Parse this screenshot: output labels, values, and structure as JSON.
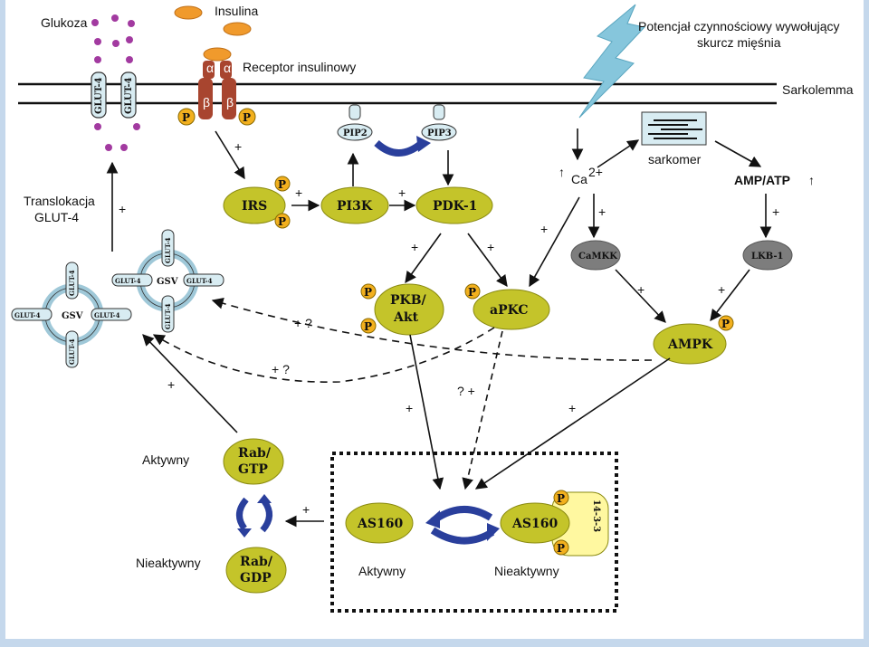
{
  "labels": {
    "glukoza": "Glukoza",
    "insulina": "Insulina",
    "receptor": "Receptor insulinowy",
    "potencjal_line1": "Potencjał czynnościowy wywołujący",
    "potencjal_line2": "skurcz mięśnia",
    "sarkolemma": "Sarkolemma",
    "translokacja_line1": "Translokacja",
    "translokacja_line2": "GLUT-4",
    "sarkomer": "sarkomer",
    "amp_atp": "AMP/ATP",
    "ca": "Ca",
    "ca_sup": "2+",
    "up_arrow": "↑",
    "aktywny_rab": "Aktywny",
    "nieaktywny_rab": "Nieaktywny",
    "aktywny_as": "Aktywny",
    "nieaktywny_as": "Nieaktywny",
    "alpha": "α",
    "beta": "β"
  },
  "nodes": {
    "irs": "IRS",
    "pi3k": "PI3K",
    "pdk1": "PDK-1",
    "pip2": "PIP2",
    "pip3": "PIP3",
    "pkb_line1": "PKB/",
    "pkb_line2": "Akt",
    "apkc": "aPKC",
    "camkk": "CaMKK",
    "lkb1": "LKB-1",
    "ampk": "AMPK",
    "rab_gtp_line1": "Rab/",
    "rab_gtp_line2": "GTP",
    "rab_gdp_line1": "Rab/",
    "rab_gdp_line2": "GDP",
    "as160_active": "AS160",
    "as160_inactive": "AS160",
    "p1433": "14-3-3",
    "p": "P",
    "glut4": "GLUT-4",
    "gsv": "GSV"
  },
  "signs": {
    "plus": "+",
    "plus_q": "+ ?",
    "q_plus": "? +"
  },
  "colors": {
    "olive": "#c4c42a",
    "olive_edge": "#8a8a10",
    "p_circle": "#f2b01e",
    "membrane_blue": "#d8ecf2",
    "receptor_red": "#a8452f",
    "insulin_orange": "#f09a2c",
    "glucose_purple": "#a23aa0",
    "lightning": "#86c6dc",
    "cycle_blue": "#2a3f9c",
    "grey_node": "#7d7d7d",
    "frame_blue": "#c5d8ec"
  }
}
